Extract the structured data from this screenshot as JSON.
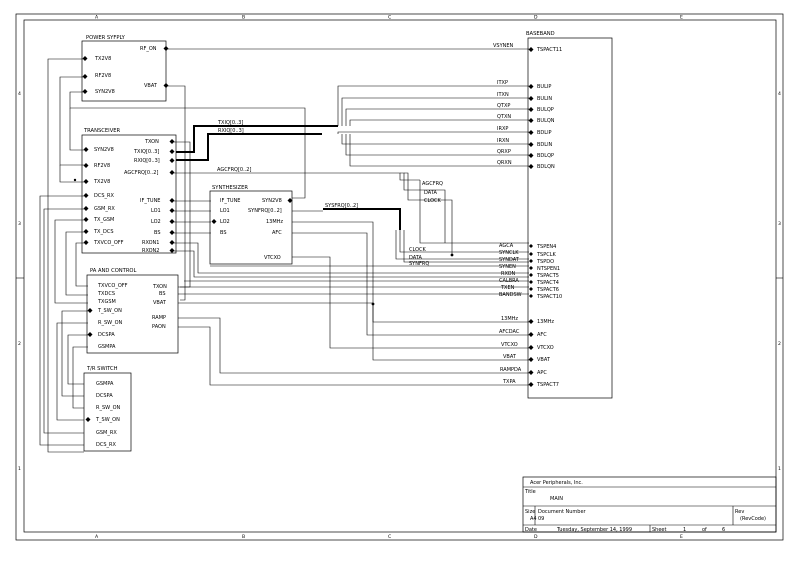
{
  "grid": {
    "top_letters": [
      "A",
      "B",
      "C",
      "D",
      "E"
    ],
    "bottom_letters": [
      "A",
      "B",
      "C",
      "D",
      "E"
    ],
    "side_numbers": [
      "4",
      "3",
      "2",
      "1"
    ]
  },
  "blocks": {
    "power_supply": {
      "title": "POWER SYFPLY",
      "pins_right": [
        "RF_ON",
        "VBAT"
      ],
      "pins_left": [
        "TX2V8",
        "RF2V8",
        "SYN2V8"
      ]
    },
    "transceiver": {
      "title": "TRANSCEIVER",
      "pins_left": [
        "SYN2V8",
        "RF2V8",
        "TX2V8",
        "DCS_RX",
        "GSM_RX",
        "TX_GSM",
        "TX_DCS",
        "TXVCO_OFF"
      ],
      "pins_right": [
        "TXON",
        "TXIQ[0..3]",
        "RXIQ[0..3]",
        "AGCFRQ[0..2]",
        "IF_TUNE",
        "LO1",
        "LO2",
        "BS",
        "RXON1",
        "RXON2"
      ]
    },
    "synthesizer": {
      "title": "SYNTHESIZER",
      "pins_left": [
        "IF_TUNE",
        "LO1",
        "LO2",
        "BS"
      ],
      "pins_right": [
        "SYN2V8",
        "SYNFRQ[0..2]",
        "13MHz",
        "AFC",
        "VTCXO"
      ]
    },
    "pa_control": {
      "title": "PA AND CONTROL",
      "pins_left": [
        "TXVCO_OFF",
        "TXDCS",
        "TXGSM",
        "T_SW_ON",
        "R_SW_ON",
        "DCSPA",
        "GSMPA"
      ],
      "pins_right": [
        "TXON",
        "BS",
        "VBAT",
        "RAMP",
        "PAON"
      ]
    },
    "tr_switch": {
      "title": "T/R SWITCH",
      "pins_left": [
        "GSMPA",
        "DCSPA",
        "R_SW_ON",
        "T_SW_ON",
        "GSM_RX",
        "DCS_RX"
      ]
    },
    "baseband": {
      "title": "BASEBAND",
      "pins_left": [
        "TSPACT11",
        "BULIP",
        "BULIN",
        "BULQP",
        "BULQN",
        "BDLIP",
        "BDLIN",
        "BDLQP",
        "BDLQN",
        "TSPEN4",
        "TSPCLK",
        "TSPDO",
        "NTSPEN1",
        "TSPACT5",
        "TSPACT4",
        "TSPACT6",
        "TSPACT10",
        "13MHz",
        "AFC",
        "VTCXO",
        "VBAT",
        "APC",
        "TSPACT7"
      ]
    }
  },
  "nets": {
    "vsynen": "VSYNEN",
    "itxp": "ITXP",
    "itxn": "ITXN",
    "qtxp": "QTXP",
    "qtxn": "QTXN",
    "irxp": "IRXP",
    "irxn": "IRXN",
    "qrxp": "QRXP",
    "qrxn": "QRXN",
    "txiq": "TXIQ[0..3]",
    "rxiq": "RXIQ[0..3]",
    "agcfrq": "AGCFRQ[0..2]",
    "synfrq": "SYSFRQ[0..2]",
    "agcfrq2": "AGCFRQ",
    "data": "DATA",
    "clock": "CLOCK",
    "clock2": "CLOCK",
    "data2": "DATA",
    "synfrq2": "SYNFRQ",
    "agca": "AGCA",
    "synclk": "SYNCLK",
    "syndat": "SYNDAT",
    "synen": "SYNEN",
    "rxon": "RXON",
    "calbra": "CALBRA",
    "txen": "TXEN",
    "bandsw": "BANDSW",
    "mhz": "13MHz",
    "afcdac": "AFCDAC",
    "vtcxo": "VTCXO",
    "vbat": "VBAT",
    "rampda": "RAMPDA",
    "txpa": "TXPA"
  },
  "title_block": {
    "company": "Acer Peripherals, Inc.",
    "title_label": "Title",
    "title": "MAIN",
    "size_label": "Size",
    "size": "A4",
    "docnum_label": "Document Number",
    "docnum": "09",
    "rev_label": "Rev",
    "rev": "(RevCode)",
    "date_label": "Date",
    "date": "Tuesday, September 14, 1999",
    "sheet_label": "Sheet",
    "sheet": "1",
    "of_label": "of",
    "of": "6"
  }
}
